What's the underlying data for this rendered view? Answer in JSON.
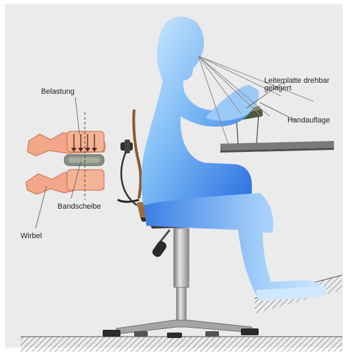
{
  "labels": {
    "belastung": "Belastung",
    "bandscheibe": "Bandscheibe",
    "wirbel": "Wirbel",
    "leiterplatte_line1": "Leiterplatte drehbar",
    "leiterplatte_line2": "gelagert",
    "handauflage": "Handauflage"
  },
  "colors": {
    "panel": "#ebebeb",
    "body_light": "#bfe3ff",
    "body_dark": "#2a6fe0",
    "vertebra": "#f2a888",
    "vertebra_stroke": "#c86a4a",
    "disc": "#8a8f84",
    "chair_metal": "#a8a8a8",
    "chair_dark": "#333333",
    "seat_wood": "#9b6b3c",
    "table": "#7a7a7a",
    "floor_hatch": "#6a6a6a"
  }
}
